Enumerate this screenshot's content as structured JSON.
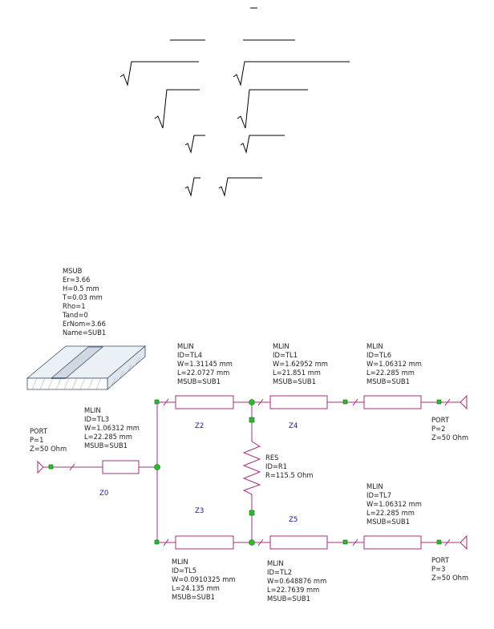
{
  "substrate": {
    "lines": [
      "MSUB",
      "Er=3.66",
      "H=0.5 mm",
      "T=0.03 mm",
      "Rho=1",
      "Tand=0",
      "ErNom=3.66",
      "Name=SUB1"
    ]
  },
  "ports": [
    {
      "id": "port1",
      "lines": [
        "PORT",
        "P=1",
        "Z=50 Ohm"
      ]
    },
    {
      "id": "port2",
      "lines": [
        "PORT",
        "P=2",
        "Z=50 Ohm"
      ]
    },
    {
      "id": "port3",
      "lines": [
        "PORT",
        "P=3",
        "Z=50 Ohm"
      ]
    }
  ],
  "lines": [
    {
      "id": "TL3",
      "z": "Z0",
      "lines": [
        "MLIN",
        "ID=TL3",
        "W=1.06312 mm",
        "L=22.285 mm",
        "MSUB=SUB1"
      ]
    },
    {
      "id": "TL4",
      "z": "Z2",
      "lines": [
        "MLIN",
        "ID=TL4",
        "W=1.31145 mm",
        "L=22.0727 mm",
        "MSUB=SUB1"
      ]
    },
    {
      "id": "TL1",
      "z": "Z4",
      "lines": [
        "MLIN",
        "ID=TL1",
        "W=1.62952 mm",
        "L=21.851 mm",
        "MSUB=SUB1"
      ]
    },
    {
      "id": "TL6",
      "z": "",
      "lines": [
        "MLIN",
        "ID=TL6",
        "W=1.06312 mm",
        "L=22.285 mm",
        "MSUB=SUB1"
      ]
    },
    {
      "id": "TL5",
      "z": "Z3",
      "lines": [
        "MLIN",
        "ID=TL5",
        "W=0.0910325 mm",
        "L=24.135 mm",
        "MSUB=SUB1"
      ]
    },
    {
      "id": "TL2",
      "z": "Z5",
      "lines": [
        "MLIN",
        "ID=TL2",
        "W=0.648876 mm",
        "L=22.7639 mm",
        "MSUB=SUB1"
      ]
    },
    {
      "id": "TL7",
      "z": "",
      "lines": [
        "MLIN",
        "ID=TL7",
        "W=1.06312 mm",
        "L=22.285 mm",
        "MSUB=SUB1"
      ]
    }
  ],
  "resistor": {
    "lines": [
      "RES",
      "ID=R1",
      "R=115.5 Ohm"
    ]
  },
  "colors": {
    "wire": "#a0307f",
    "node": "#2db82d",
    "zlabel": "#1a1aa0"
  }
}
